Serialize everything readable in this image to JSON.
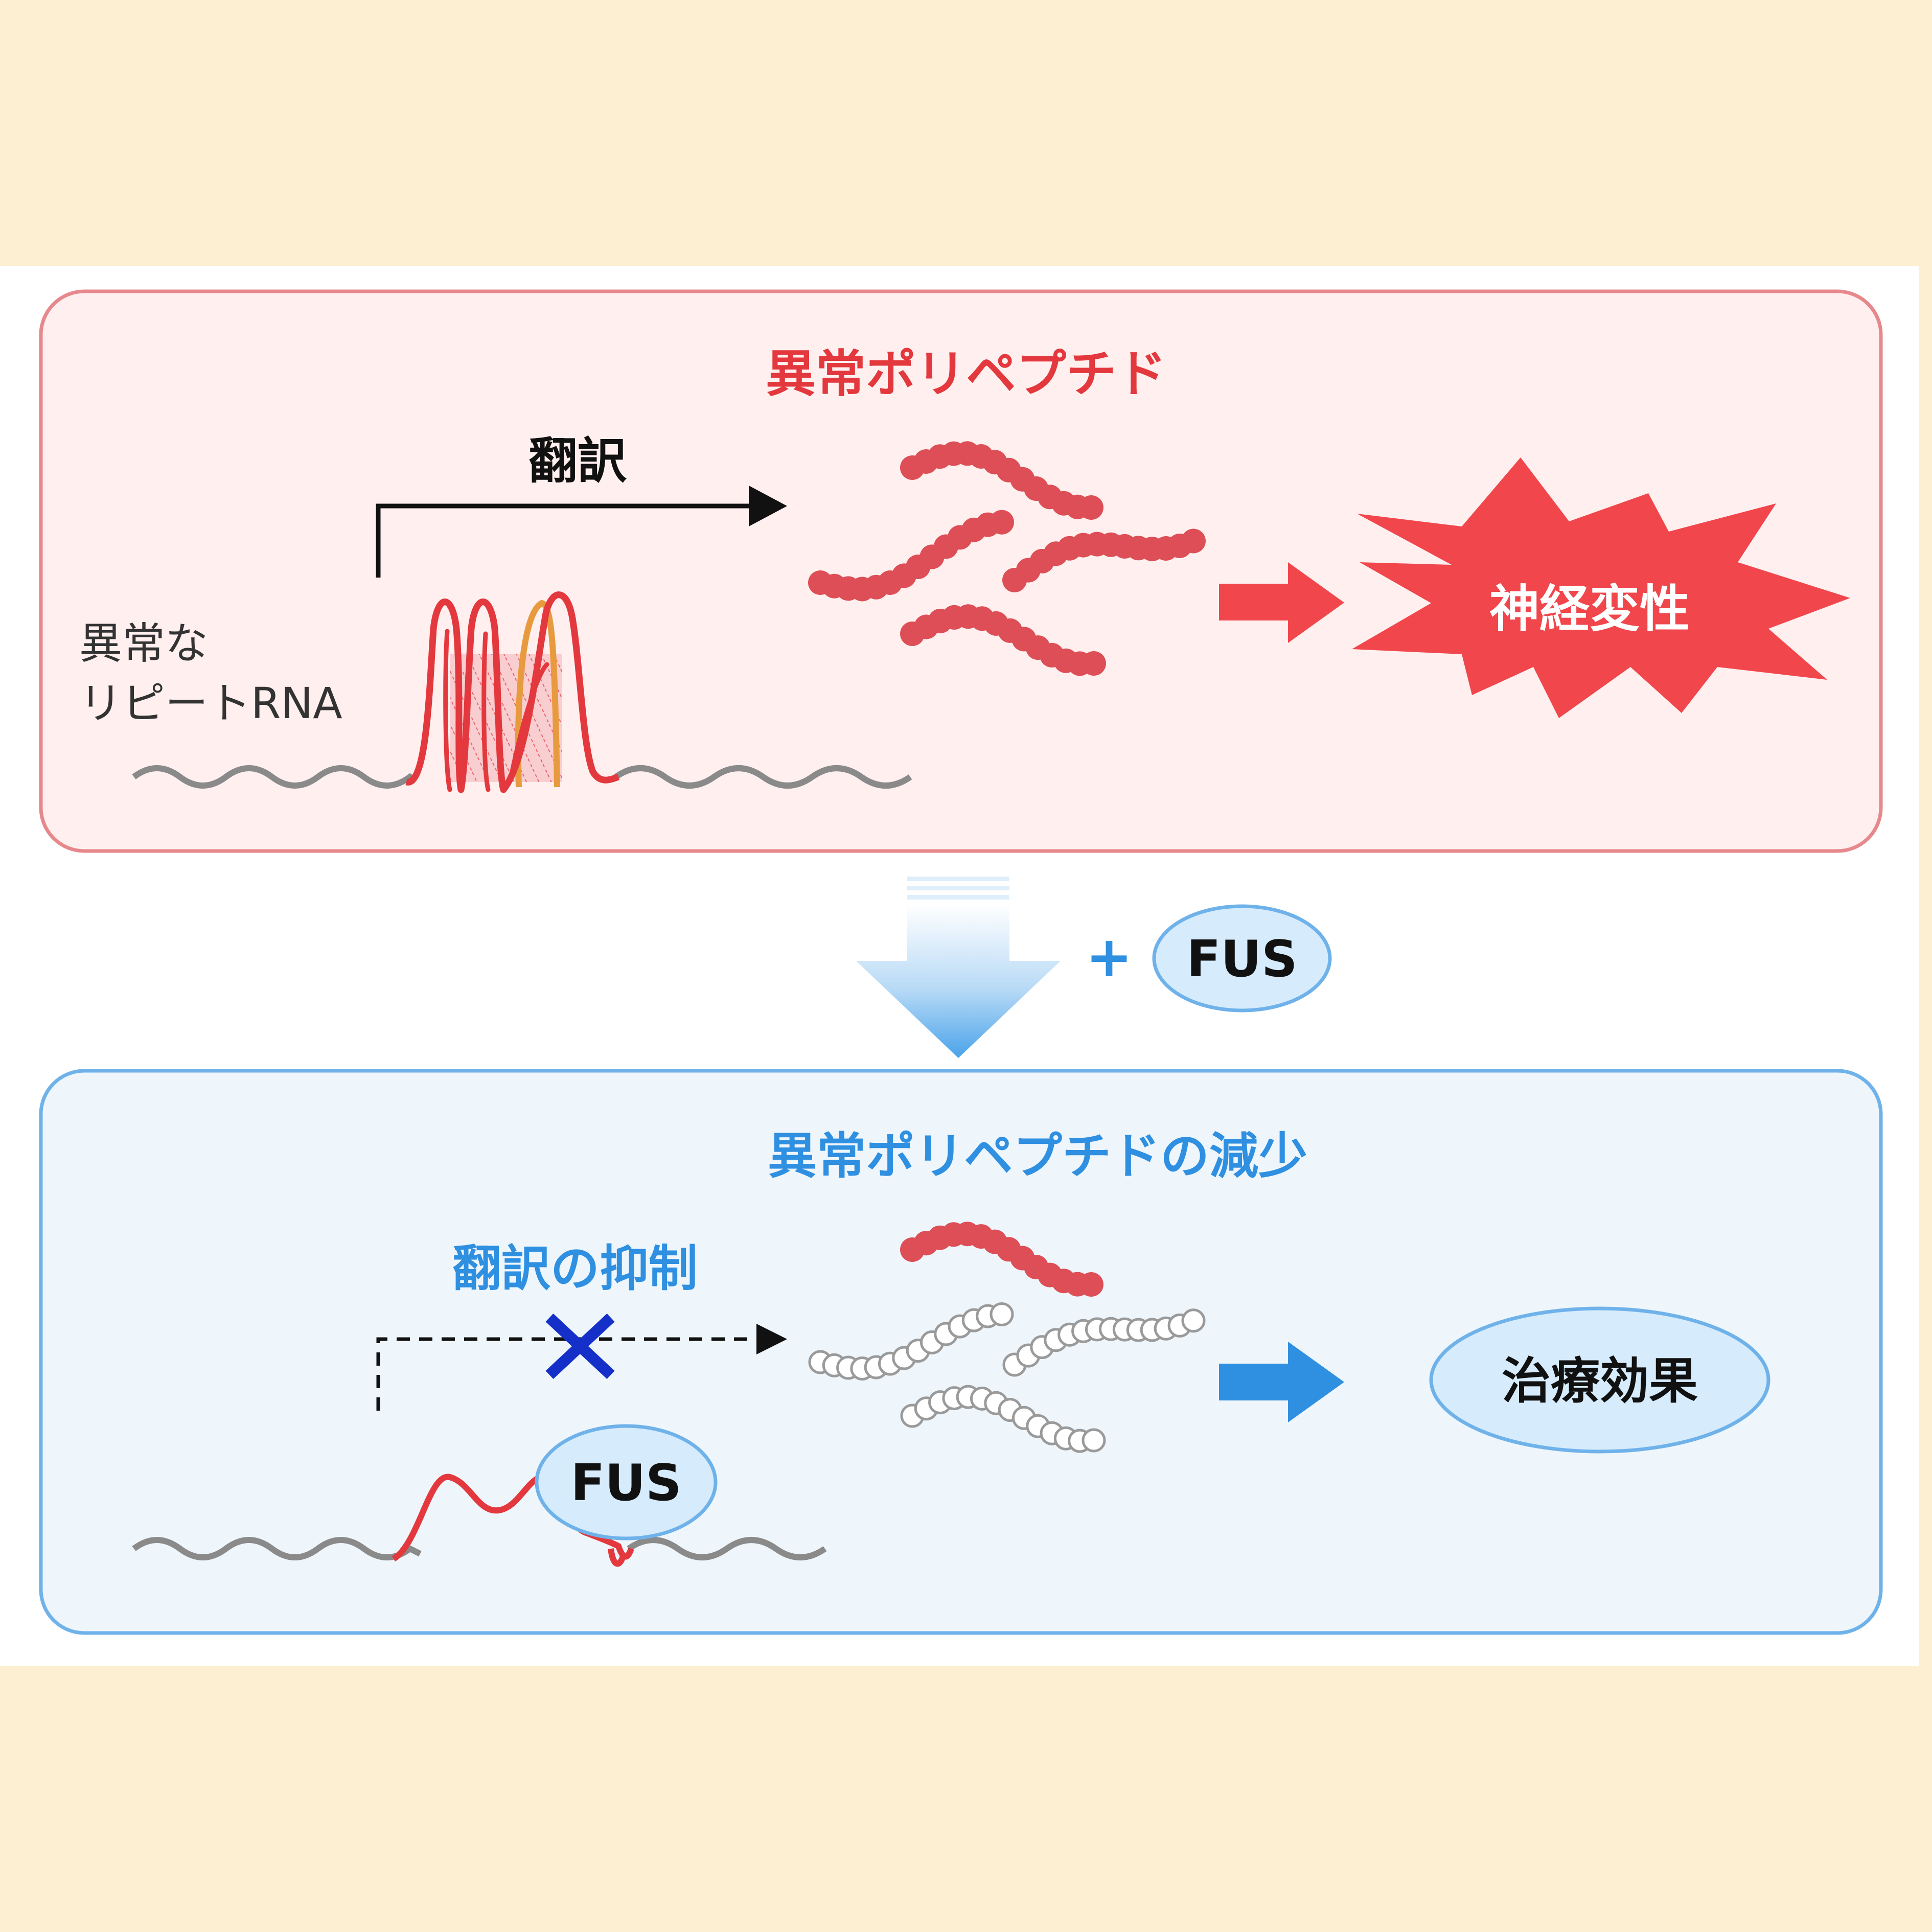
{
  "top_panel": {
    "title": "異常ポリペプチド",
    "translation_label": "翻訳",
    "rna_label_line1": "異常な",
    "rna_label_line2": "リピートRNA",
    "outcome": "神経変性"
  },
  "transition": {
    "plus": "+",
    "fus": "FUS"
  },
  "bottom_panel": {
    "title": "異常ポリペプチドの減少",
    "inhibition_label": "翻訳の抑制",
    "fus_bound": "FUS",
    "outcome": "治療効果"
  },
  "colors": {
    "background": "#fdf0d2",
    "red_accent": "#e3383d",
    "blue_accent": "#2f8fe0",
    "top_panel_fill": "#fff0ef",
    "bottom_panel_fill": "#eef6fc",
    "bead_red": "#dd4e56",
    "rna_grey": "#8a8a8a"
  }
}
